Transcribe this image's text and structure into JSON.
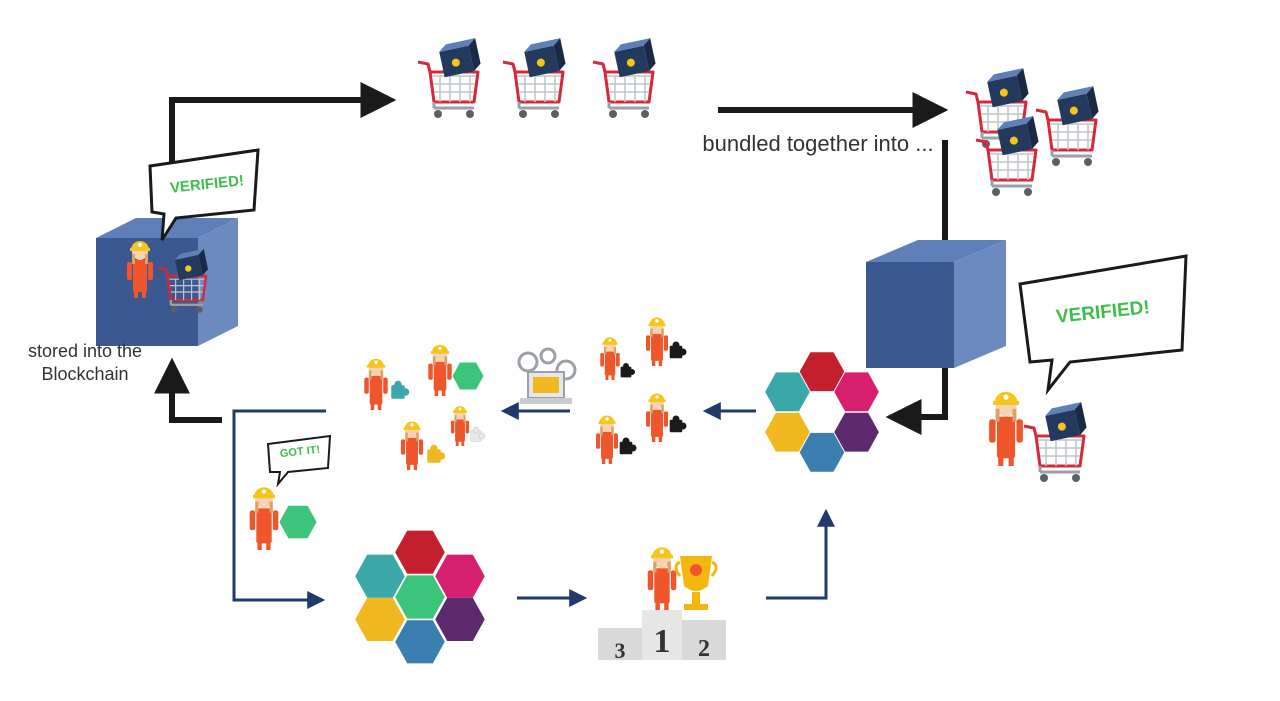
{
  "labels": {
    "bundled": "bundled together into ...",
    "stored": "stored into the Blockchain"
  },
  "bubbles": {
    "verified_left": "VERIFIED!",
    "verified_right": "VERIFIED!",
    "got_it": "GOT IT!"
  },
  "podium": {
    "first": "1",
    "second": "2",
    "third": "3"
  },
  "colors": {
    "arrow_black": "#1a1a1a",
    "arrow_navy": "#1f3a6b",
    "block_front": "#3b5890",
    "block_top": "#5f7fb8",
    "block_side": "#6d8ac0",
    "verified_green": "#3cbf4a",
    "miner_orange": "#f0562b",
    "helmet_yellow": "#f5c518",
    "cart_red": "#d6283a",
    "cart_gray": "#9aa0a6",
    "piece_red": "#c41f2e",
    "piece_pink": "#d6206f",
    "piece_teal": "#3aa8a8",
    "piece_green": "#3cc47a",
    "piece_yellow": "#f2b81f",
    "piece_purple": "#5d2a6e",
    "piece_blue": "#3b7fb0",
    "trophy_gold": "#f5b70e",
    "podium_gray": "#d9d9d9"
  }
}
